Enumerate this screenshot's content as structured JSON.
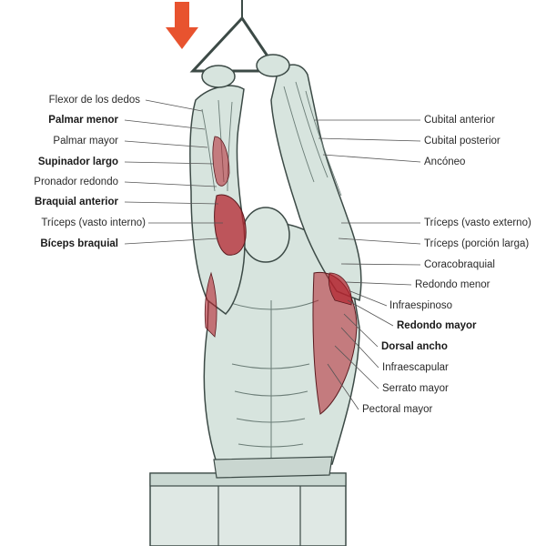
{
  "left_labels": [
    {
      "text": "Flexor de los dedos",
      "bold": false
    },
    {
      "text": "Palmar menor",
      "bold": true
    },
    {
      "text": "Palmar mayor",
      "bold": false
    },
    {
      "text": "Supinador largo",
      "bold": true
    },
    {
      "text": "Pronador redondo",
      "bold": false
    },
    {
      "text": "Braquial anterior",
      "bold": true
    },
    {
      "text": "Tríceps (vasto interno)",
      "bold": false
    },
    {
      "text": "Bíceps braquial",
      "bold": true
    }
  ],
  "right_labels": [
    {
      "text": "Cubital anterior",
      "bold": false
    },
    {
      "text": "Cubital posterior",
      "bold": false
    },
    {
      "text": "Ancóneo",
      "bold": false
    },
    {
      "text": "Tríceps (vasto externo)",
      "bold": false
    },
    {
      "text": "Tríceps (porción larga)",
      "bold": false
    },
    {
      "text": "Coracobraquial",
      "bold": false
    },
    {
      "text": "Redondo menor",
      "bold": false
    },
    {
      "text": "Infraespinoso",
      "bold": false
    },
    {
      "text": "Redondo mayor",
      "bold": true
    },
    {
      "text": "Dorsal ancho",
      "bold": true
    },
    {
      "text": "Infraescapular",
      "bold": false
    },
    {
      "text": "Serrato mayor",
      "bold": false
    },
    {
      "text": "Pectoral mayor",
      "bold": false
    }
  ],
  "colors": {
    "arrow": "#e8532f",
    "muscle_highlight": "#b4252f",
    "body_tint": "#d7e4de",
    "outline": "#3c4a46"
  }
}
